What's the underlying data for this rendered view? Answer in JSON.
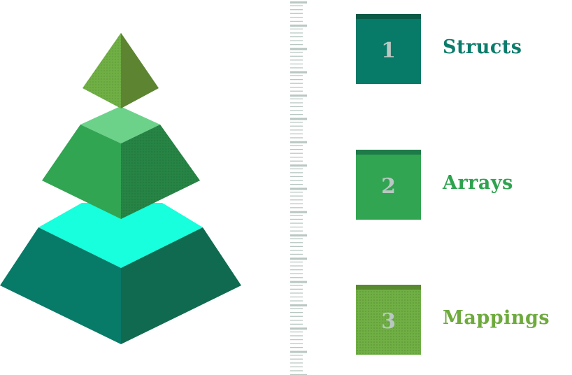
{
  "items": [
    {
      "number": "1",
      "label": "Structs"
    },
    {
      "number": "2",
      "label": "Arrays"
    },
    {
      "number": "3",
      "label": "Mappings"
    }
  ],
  "colors": {
    "teal_dark": "#077a68",
    "teal_side": "#106a4f",
    "cyan_top": "#17ffdc",
    "green_mid": "#31a552",
    "green_mid_side": "#268445",
    "green_mid_top": "#6cd28a",
    "green_light": "#6faf44",
    "green_light_side": "#5d8431",
    "label_1": "#0a7c6b",
    "label_2": "#2ea34f",
    "label_3": "#6eaa3d",
    "number_text": "#b9c8c2",
    "ruler": "#b8c7c1"
  }
}
